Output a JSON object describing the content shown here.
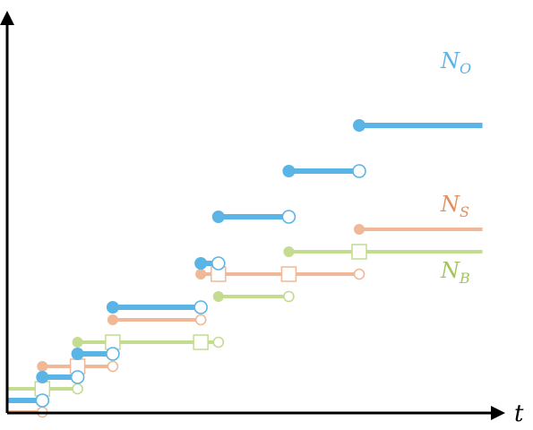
{
  "colors": {
    "axis": "#000000",
    "N_O": "#5ab4e5",
    "N_S": "#f0b896",
    "N_B": "#c3dc8f"
  },
  "labels": {
    "t": "t",
    "N_O": {
      "main": "N",
      "sub": "O"
    },
    "N_S": {
      "main": "N",
      "sub": "S"
    },
    "N_B": {
      "main": "N",
      "sub": "B"
    }
  },
  "chart_data": {
    "type": "step",
    "series": [
      {
        "key": "N_O",
        "steps": [
          {
            "x0": 0,
            "x1": 1,
            "level": 0
          },
          {
            "x0": 1,
            "x1": 2,
            "level": 1
          },
          {
            "x0": 2,
            "x1": 3,
            "level": 2
          },
          {
            "x0": 3,
            "x1": 5.5,
            "level": 3
          },
          {
            "x0": 5.5,
            "x1": 6,
            "level": 4
          },
          {
            "x0": 6,
            "x1": 8,
            "level": 5
          },
          {
            "x0": 8,
            "x1": 10,
            "level": 6
          },
          {
            "x0": 10,
            "x1": 13.5,
            "level": 7,
            "open_end": true
          }
        ]
      },
      {
        "key": "N_S",
        "steps": [
          {
            "x0": 0,
            "x1": 1,
            "level": 0
          },
          {
            "x0": 1,
            "x1": 3,
            "level": 1,
            "jump_x": [
              2
            ]
          },
          {
            "x0": 3,
            "x1": 5.5,
            "level": 2
          },
          {
            "x0": 5.5,
            "x1": 10,
            "level": 3,
            "jump_x": [
              6,
              8
            ]
          },
          {
            "x0": 10,
            "x1": 13.5,
            "level": 4,
            "open_end": true
          }
        ]
      },
      {
        "key": "N_B",
        "steps": [
          {
            "x0": 0,
            "x1": 2,
            "level": 0,
            "jump_x": [
              1
            ]
          },
          {
            "x0": 2,
            "x1": 6,
            "level": 1,
            "jump_x": [
              3,
              5.5
            ]
          },
          {
            "x0": 6,
            "x1": 8,
            "level": 2
          },
          {
            "x0": 8,
            "x1": 13.5,
            "level": 3,
            "jump_x": [
              10
            ],
            "open_end": true
          }
        ]
      }
    ]
  }
}
